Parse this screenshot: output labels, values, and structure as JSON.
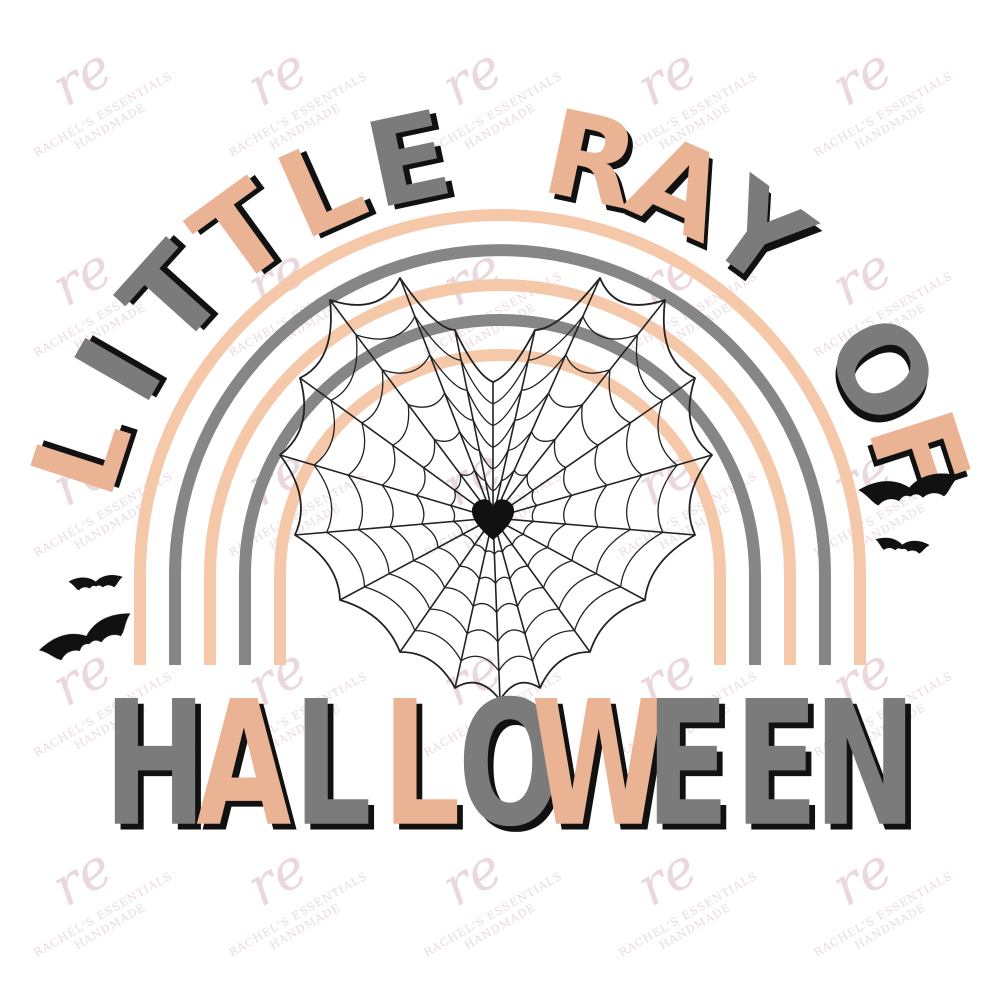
{
  "design": {
    "headline_top": "LITTLE RAY OF",
    "headline_bottom": "HALLOWEEN"
  },
  "watermark": {
    "text": "RACHEL'S ESSENTIALS",
    "subtext": "HANDMADE",
    "monogram": "re"
  },
  "colors": {
    "peach": "#E9B394",
    "gray": "#7B7B7B",
    "shadow": "#111111",
    "rainbow_peach": "#F6C8AA",
    "rainbow_gray": "#868686",
    "web": "#222222",
    "bat": "#111111",
    "watermark": "#D9B8C2"
  },
  "icons": {
    "center": "heart-spider-web-icon",
    "bats": "bat-icon"
  }
}
